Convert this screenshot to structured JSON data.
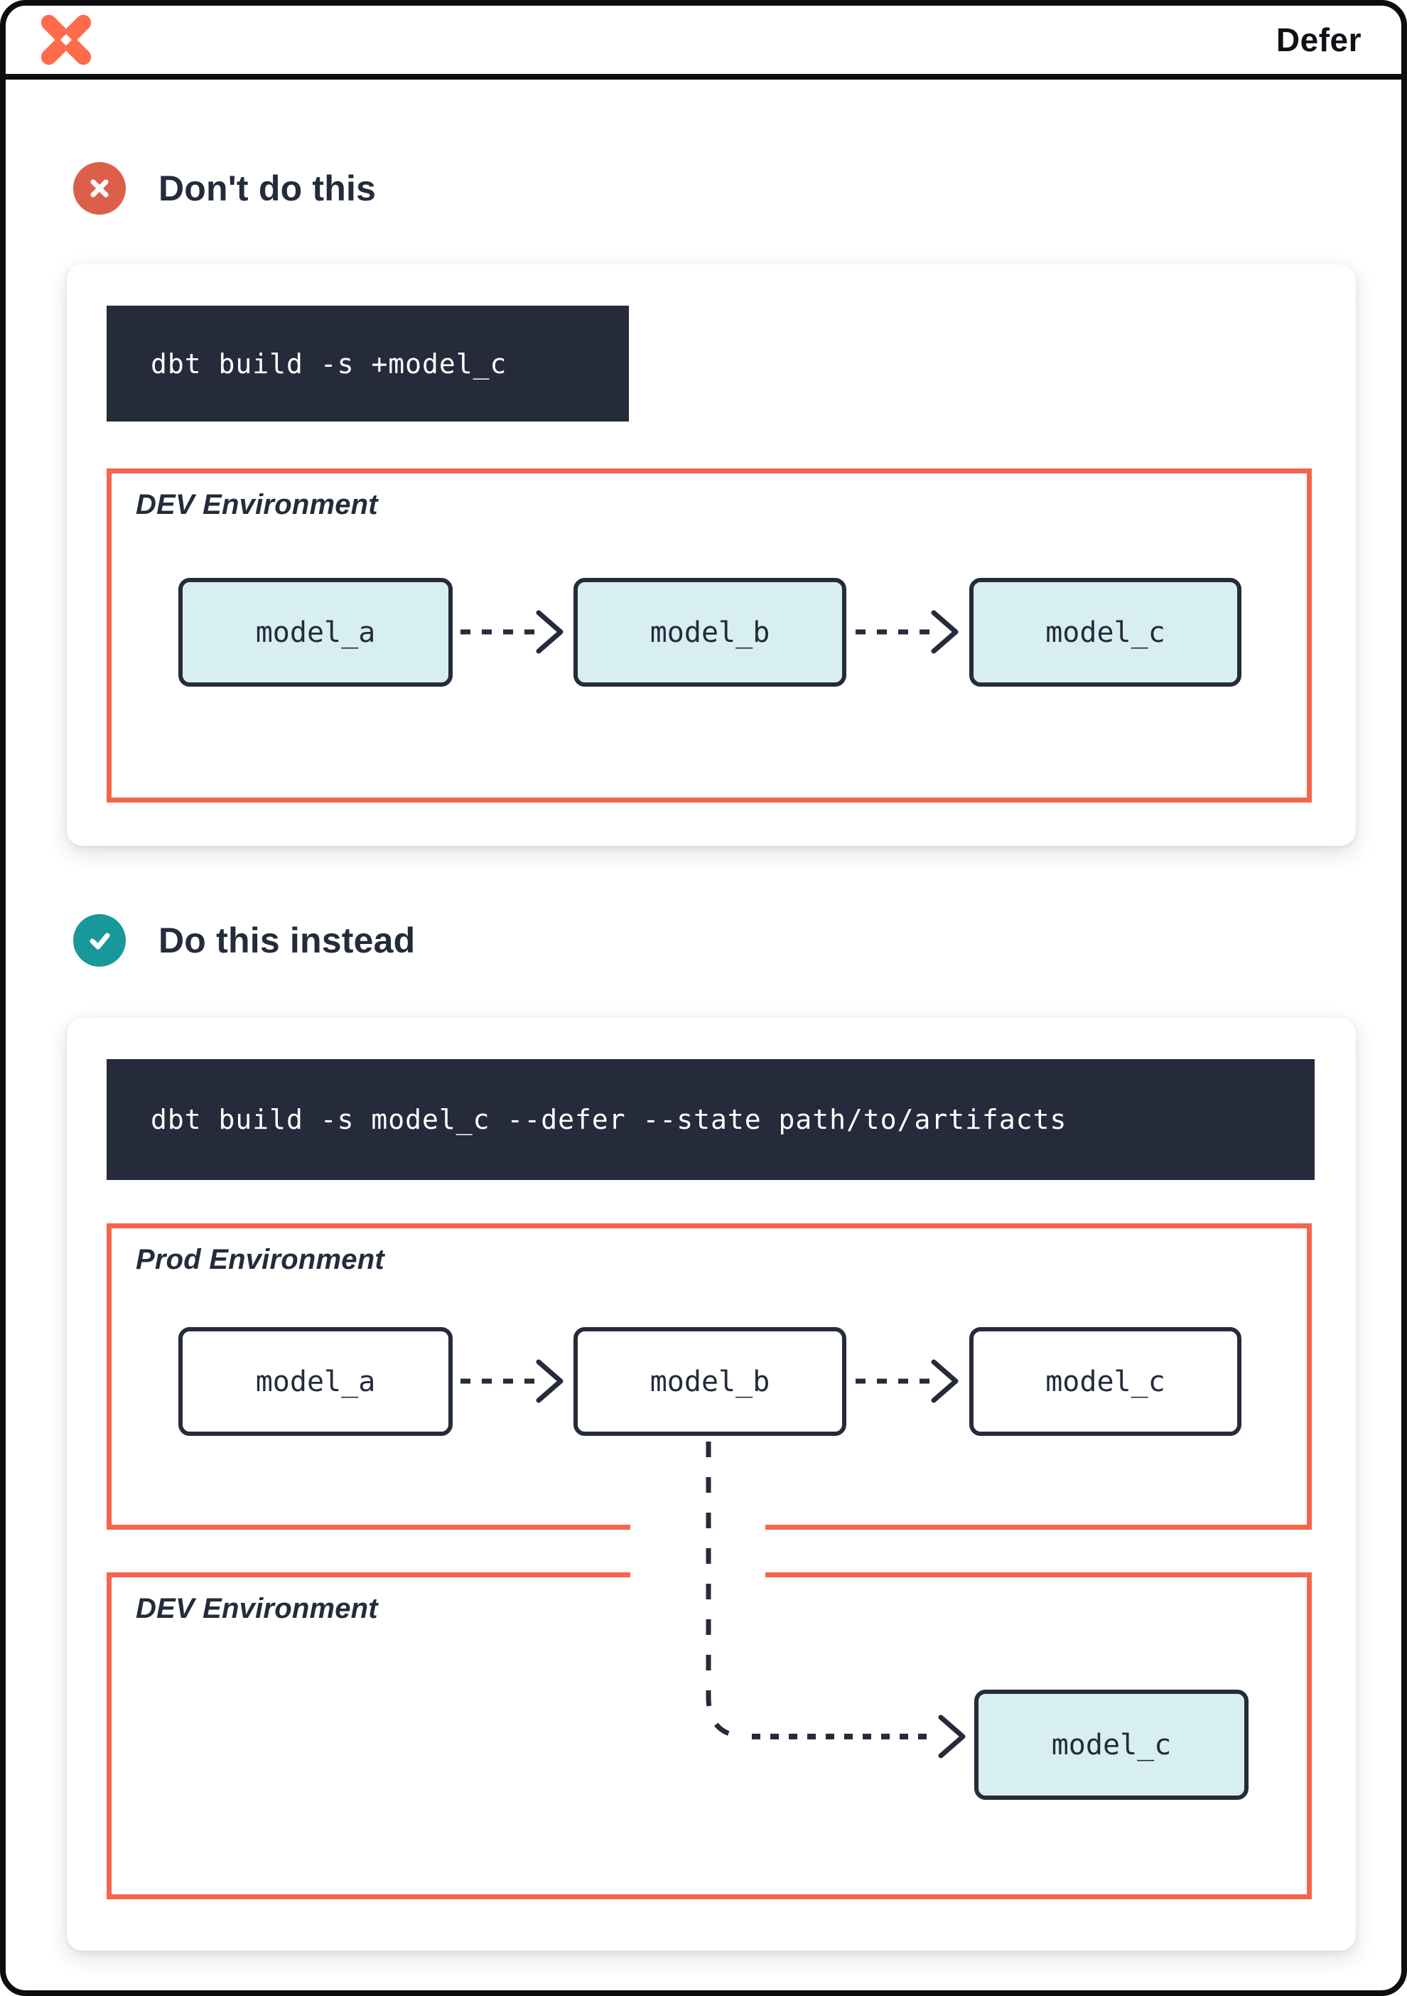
{
  "header": {
    "title": "Defer",
    "logo": "dbt-logo"
  },
  "colors": {
    "accent_orange": "#f4664c",
    "logo_orange": "#ff6b4a",
    "dont_badge": "#dc5f4b",
    "do_badge": "#18989b",
    "navy": "#252b3a",
    "node_fill_teal": "#d8eff1"
  },
  "sections": [
    {
      "id": "dont",
      "icon": "x-circle-icon",
      "heading": "Don't do this",
      "command": "dbt build -s +model_c",
      "environments": [
        {
          "label": "DEV Environment",
          "models": [
            {
              "name": "model_a",
              "fill": "teal"
            },
            {
              "name": "model_b",
              "fill": "teal"
            },
            {
              "name": "model_c",
              "fill": "teal"
            }
          ]
        }
      ]
    },
    {
      "id": "do",
      "icon": "check-circle-icon",
      "heading": "Do this instead",
      "command": "dbt build -s model_c --defer --state path/to/artifacts",
      "environments": [
        {
          "label": "Prod Environment",
          "models": [
            {
              "name": "model_a",
              "fill": "white"
            },
            {
              "name": "model_b",
              "fill": "white"
            },
            {
              "name": "model_c",
              "fill": "white"
            }
          ]
        },
        {
          "label": "DEV Environment",
          "models": [
            {
              "name": "model_c",
              "fill": "teal"
            }
          ]
        }
      ]
    }
  ]
}
